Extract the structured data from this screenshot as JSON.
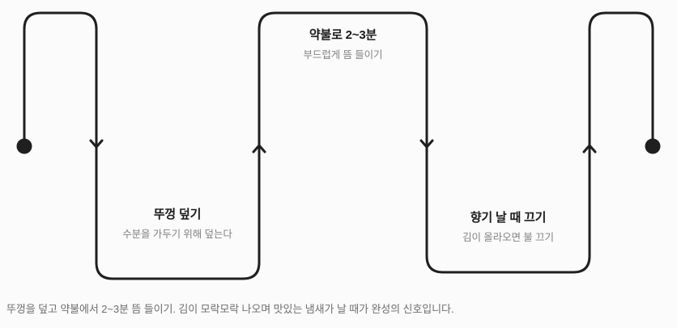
{
  "diagram": {
    "type": "serpentine-flow",
    "background_color": "#fbfbfb",
    "stroke_color": "#1f1f1f",
    "title_color": "#1a1a1a",
    "subtitle_color": "#828282",
    "caption_color": "#6e6e6e",
    "steps": [
      {
        "id": "step-a",
        "title": "약불로 2~3분",
        "subtitle": "부드럽게 뜸 들이기",
        "position": "above"
      },
      {
        "id": "step-b",
        "title": "뚜껑 덮기",
        "subtitle": "수분을 가두기 위해 덮는다",
        "position": "below"
      },
      {
        "id": "step-c",
        "title": "향기 날 때 끄기",
        "subtitle": "김이 올라오면 불 끄기",
        "position": "below"
      }
    ],
    "markers": {
      "start_dot": "start-dot",
      "end_dot": "end-dot",
      "arrow_down_1": "arrow-down-icon",
      "arrow_up_1": "arrow-up-icon",
      "arrow_down_2": "arrow-down-icon",
      "arrow_up_2": "arrow-up-icon"
    }
  },
  "caption": {
    "text": "뚜껑을 덮고 약불에서 2~3분 뜸 들이기. 김이 모락모락 나오며 맛있는 냄새가 날 때가 완성의 신호입니다."
  }
}
